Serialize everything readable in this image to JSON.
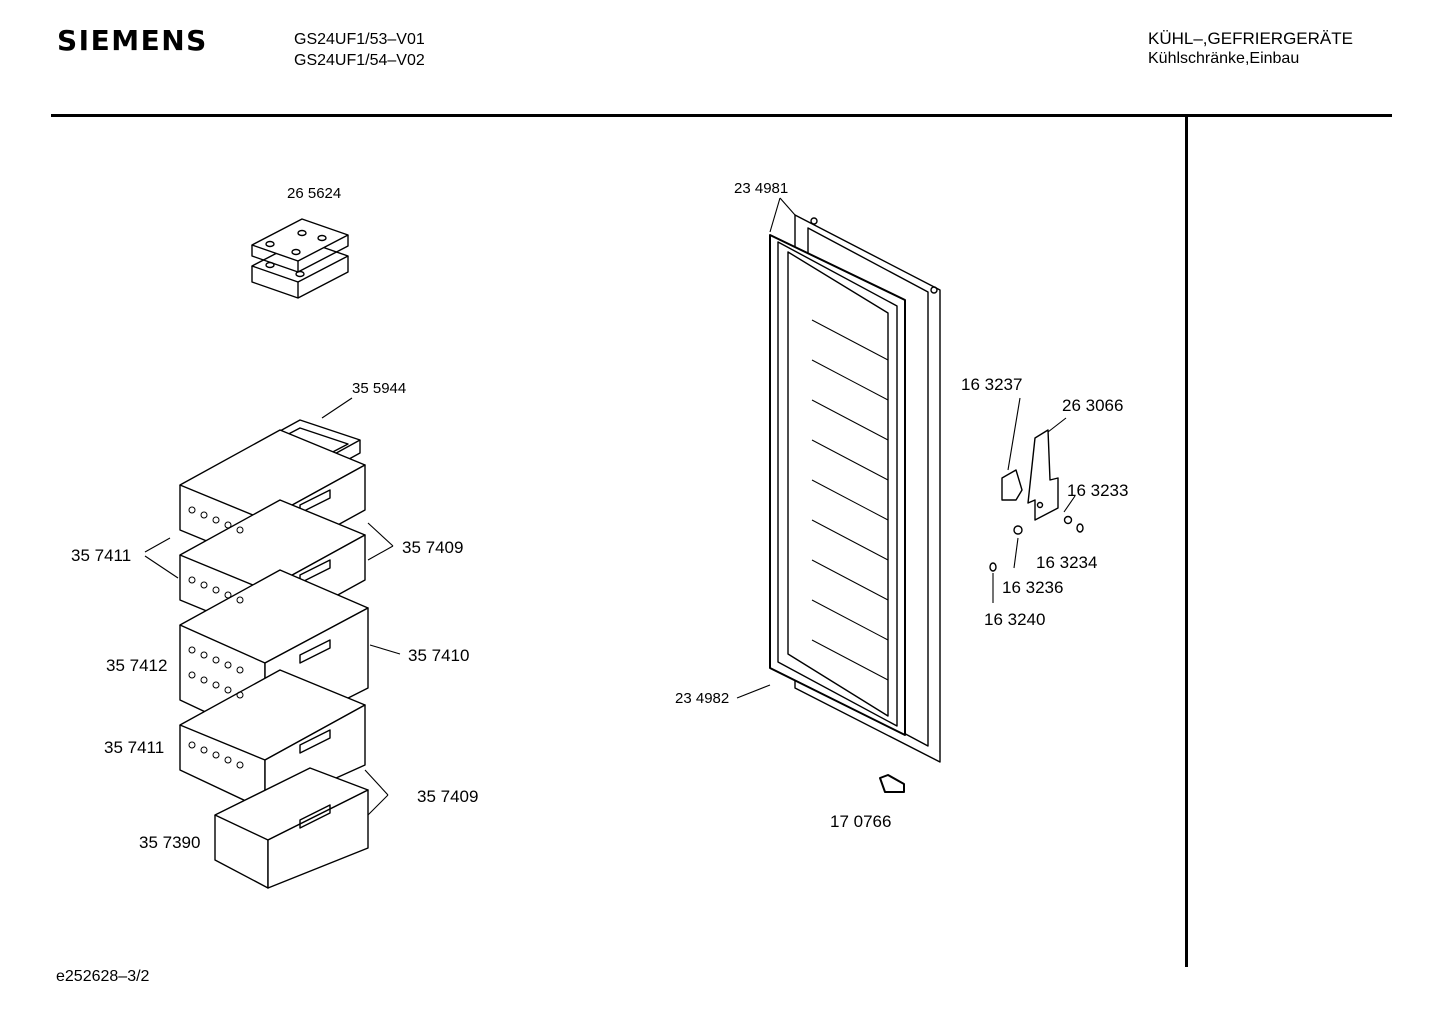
{
  "header": {
    "brand": "SIEMENS",
    "models": [
      "GS24UF1/53–V01",
      "GS24UF1/54–V02"
    ],
    "category": "KÜHL–,GEFRIERGERÄTE",
    "subcategory": "Kühlschränke,Einbau"
  },
  "footer": {
    "document_id": "e252628–3/2"
  },
  "parts": {
    "p265624": "26 5624",
    "p355944": "35 5944",
    "p357411a": "35 7411",
    "p357409a": "35 7409",
    "p357412": "35 7412",
    "p357410": "35 7410",
    "p357411b": "35 7411",
    "p357409b": "35 7409",
    "p357390": "35 7390",
    "p234981": "23 4981",
    "p234982": "23 4982",
    "p170766": "17 0766",
    "p163237": "16 3237",
    "p263066": "26 3066",
    "p163233": "16 3233",
    "p163234": "16 3234",
    "p163236": "16 3236",
    "p163240": "16 3240"
  },
  "colors": {
    "ink": "#000000",
    "paper": "#ffffff"
  }
}
